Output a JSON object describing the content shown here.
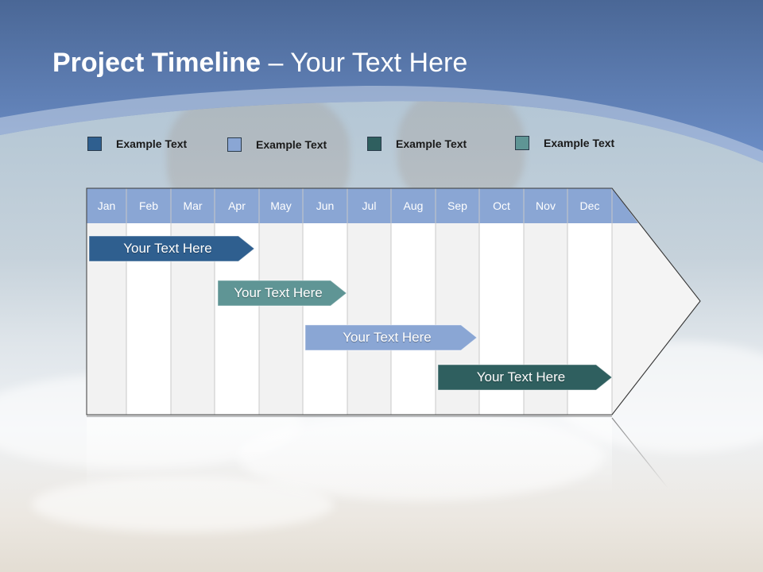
{
  "slide": {
    "title_bold": "Project Timeline",
    "title_rest": " – Your Text Here"
  },
  "legend": [
    {
      "label": "Example Text",
      "color": "#2f5f8f"
    },
    {
      "label": "Example Text",
      "color": "#8aa6d4"
    },
    {
      "label": "Example Text",
      "color": "#2f5f5f"
    },
    {
      "label": "Example Text",
      "color": "#5f9595"
    }
  ],
  "chart_data": {
    "type": "gantt",
    "title": "",
    "months": [
      "Jan",
      "Feb",
      "Mar",
      "Apr",
      "May",
      "Jun",
      "Jul",
      "Aug",
      "Sep",
      "Oct",
      "Nov",
      "Dec"
    ],
    "tasks": [
      {
        "label": "Your  Text Here",
        "start": "Jan",
        "end": "Apr",
        "color": "#2f5f8f"
      },
      {
        "label": "Your  Text Here",
        "start": "Apr",
        "end": "Jun",
        "color": "#5f9595"
      },
      {
        "label": "Your  Text Here",
        "start": "Jun",
        "end": "Sep",
        "color": "#8aa6d4"
      },
      {
        "label": "Your  Text Here",
        "start": "Sep",
        "end": "Dec",
        "color": "#2f5f5f"
      }
    ],
    "header_color": "#8aa6d4"
  },
  "colors": {
    "sky_top": "#4f6f9f",
    "sky_band": "#6a8cc4",
    "column_light": "#f2f2f2",
    "column_white": "#ffffff"
  }
}
